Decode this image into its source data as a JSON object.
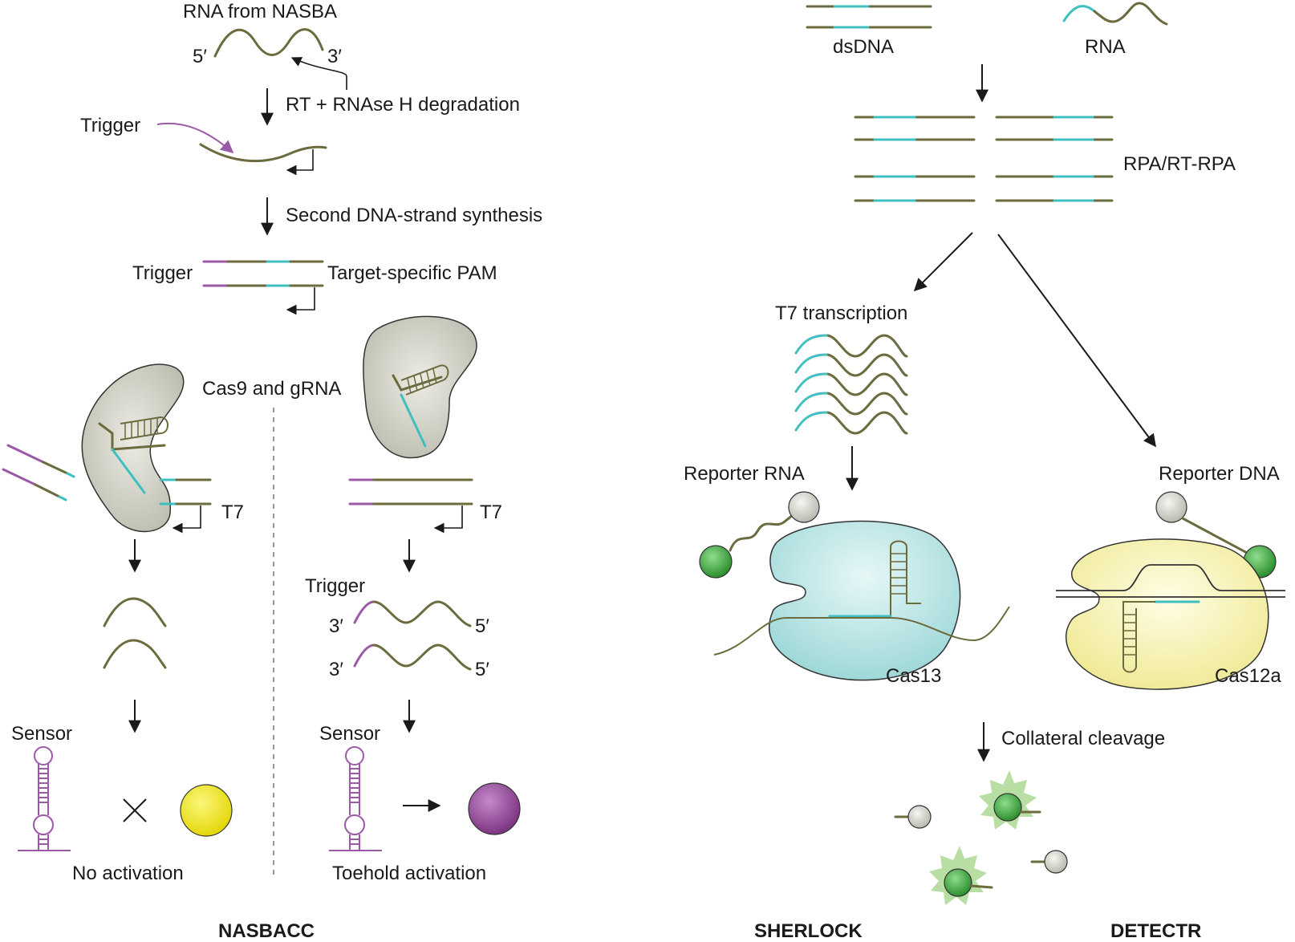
{
  "labels": {
    "rna_from_nasba": "RNA from NASBA",
    "five_prime": "5′",
    "three_prime": "3′",
    "rt_rnase": "RT + RNAse H degradation",
    "trigger": "Trigger",
    "second_strand": "Second DNA-strand synthesis",
    "target_pam": "Target-specific PAM",
    "cas9_grna": "Cas9 and gRNA",
    "t7": "T7",
    "sensor": "Sensor",
    "no_activation": "No activation",
    "toehold_activation": "Toehold activation",
    "dsdna": "dsDNA",
    "rna": "RNA",
    "rpa": "RPA/RT-RPA",
    "t7_transcription": "T7 transcription",
    "reporter_rna": "Reporter RNA",
    "reporter_dna": "Reporter DNA",
    "cas13": "Cas13",
    "cas12a": "Cas12a",
    "collateral": "Collateral cleavage"
  },
  "titles": {
    "nasbacc": "NASBACC",
    "sherlock": "SHERLOCK",
    "detectr": "DETECTR"
  },
  "colors": {
    "olive": "#6b6b3e",
    "teal": "#3fbfbf",
    "purple": "#9b5aa5",
    "cas9_body": "#cfcfc4",
    "cas13_body": "#a9dede",
    "cas12a_body": "#f3f0a8",
    "yellow_output": "#f2e81e",
    "purple_output": "#9b4a9e",
    "green_dye": "#3aa43a",
    "quencher": "#d8d8d0"
  }
}
